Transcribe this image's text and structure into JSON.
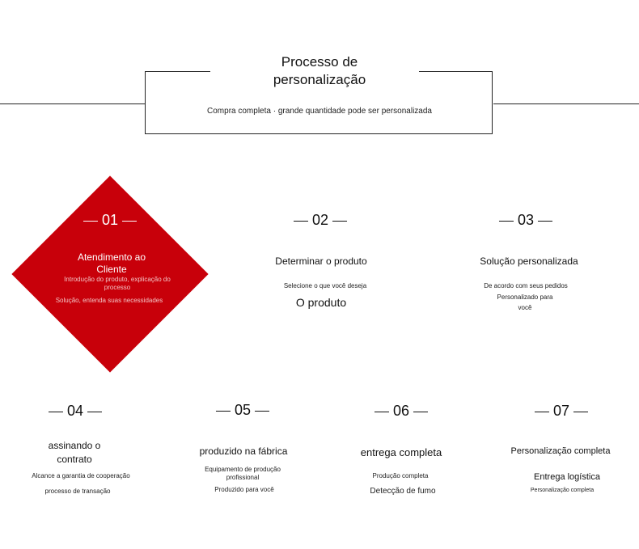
{
  "header": {
    "title_line1": "Processo de",
    "title_line2": "personalização",
    "subtitle": "Compra completa · grande quantidade pode ser personalizada"
  },
  "steps": [
    {
      "num": "01",
      "title": "Atendimento ao Cliente",
      "lines": [
        "Introdução do produto, explicação do processo",
        "Solução, entenda suas necessidades"
      ]
    },
    {
      "num": "02",
      "title": "Determinar o produto",
      "lines": [
        "Selecione o que você deseja",
        "O produto"
      ]
    },
    {
      "num": "03",
      "title": "Solução personalizada",
      "lines": [
        "De acordo com seus pedidos",
        "Personalizado para",
        "você"
      ]
    },
    {
      "num": "04",
      "title": "assinando o contrato",
      "lines": [
        "Alcance a garantia de cooperação",
        "processo de transação"
      ]
    },
    {
      "num": "05",
      "title": "produzido na fábrica",
      "lines": [
        "Equipamento de produção profissional",
        "Produzido para você"
      ]
    },
    {
      "num": "06",
      "title": "entrega completa",
      "lines": [
        "Produção completa",
        "Detecção de fumo"
      ]
    },
    {
      "num": "07",
      "title": "Personalização completa",
      "lines": [
        "Entrega logística",
        "Personalização completa"
      ]
    }
  ],
  "colors": {
    "accent": "#c8000a"
  }
}
